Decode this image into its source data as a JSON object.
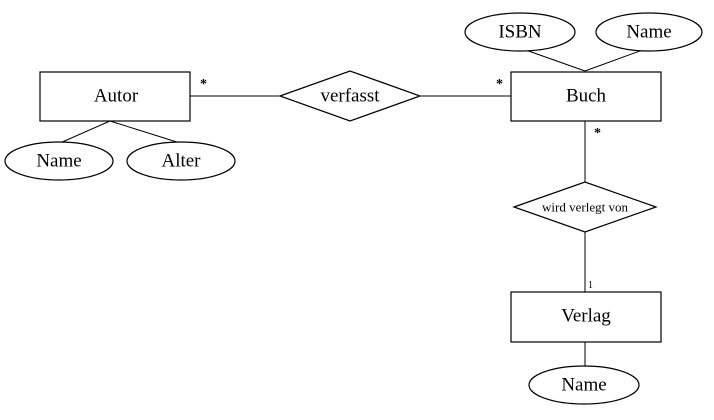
{
  "entities": {
    "autor": "Autor",
    "buch": "Buch",
    "verlag": "Verlag"
  },
  "relationships": {
    "verfasst": "verfasst",
    "verlegt": "wird verlegt von"
  },
  "attributes": {
    "autor_name": "Name",
    "autor_alter": "Alter",
    "buch_isbn": "ISBN",
    "buch_name": "Name",
    "verlag_name": "Name"
  },
  "cardinalities": {
    "autor_verfasst": "*",
    "buch_verfasst": "*",
    "buch_verlegt": "*",
    "verlag_verlegt": "1"
  }
}
